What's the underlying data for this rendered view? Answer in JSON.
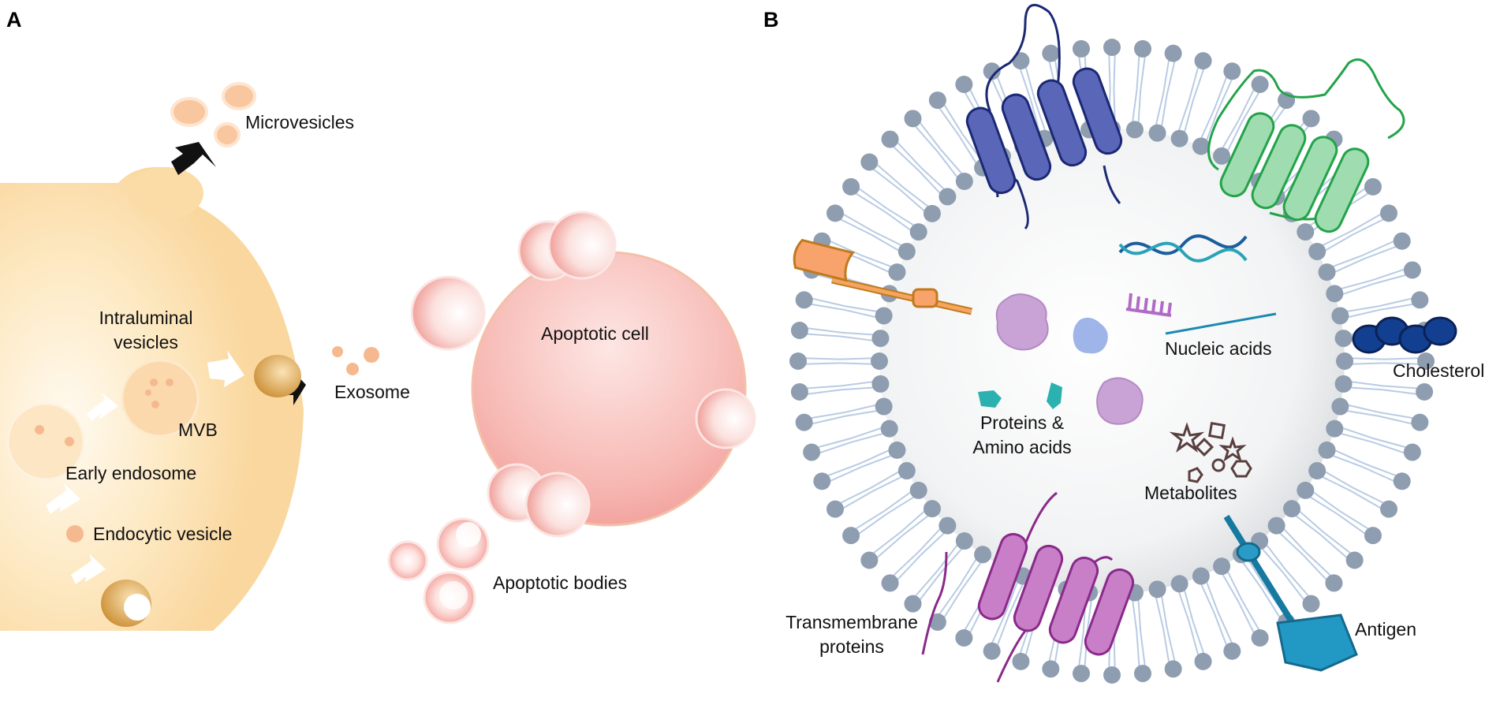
{
  "panels": {
    "a": "A",
    "b": "B"
  },
  "panel_a": {
    "microvesicles": "Microvesicles",
    "intraluminal_line1": "Intraluminal",
    "intraluminal_line2": "vesicles",
    "mvb": "MVB",
    "exosome": "Exosome",
    "early_endosome": "Early endosome",
    "endocytic_vesicle": "Endocytic vesicle",
    "apoptotic_cell": "Apoptotic cell",
    "apoptotic_bodies": "Apoptotic bodies"
  },
  "panel_b": {
    "nucleic_acids": "Nucleic acids",
    "cholesterol": "Cholesterol",
    "proteins_line1": "Proteins &",
    "proteins_line2": "Amino acids",
    "metabolites": "Metabolites",
    "transmembrane_line1": "Transmembrane",
    "transmembrane_line2": "proteins",
    "antigen": "Antigen"
  },
  "colors": {
    "cell_yellow": "#fbe0ad",
    "vesicle_peach": "#f7c59f",
    "apoptotic_pink": "#f6a7a7",
    "lipid_head": "#8e9db0",
    "lipid_tail": "#b9cbe3",
    "receptor_blue": "#5a66b8",
    "receptor_green": "#8fd9a6",
    "receptor_purple": "#c27cc0",
    "receptor_orange": "#f7a36b",
    "cholesterol": "#123f8f",
    "antigen": "#1f8fb8"
  }
}
